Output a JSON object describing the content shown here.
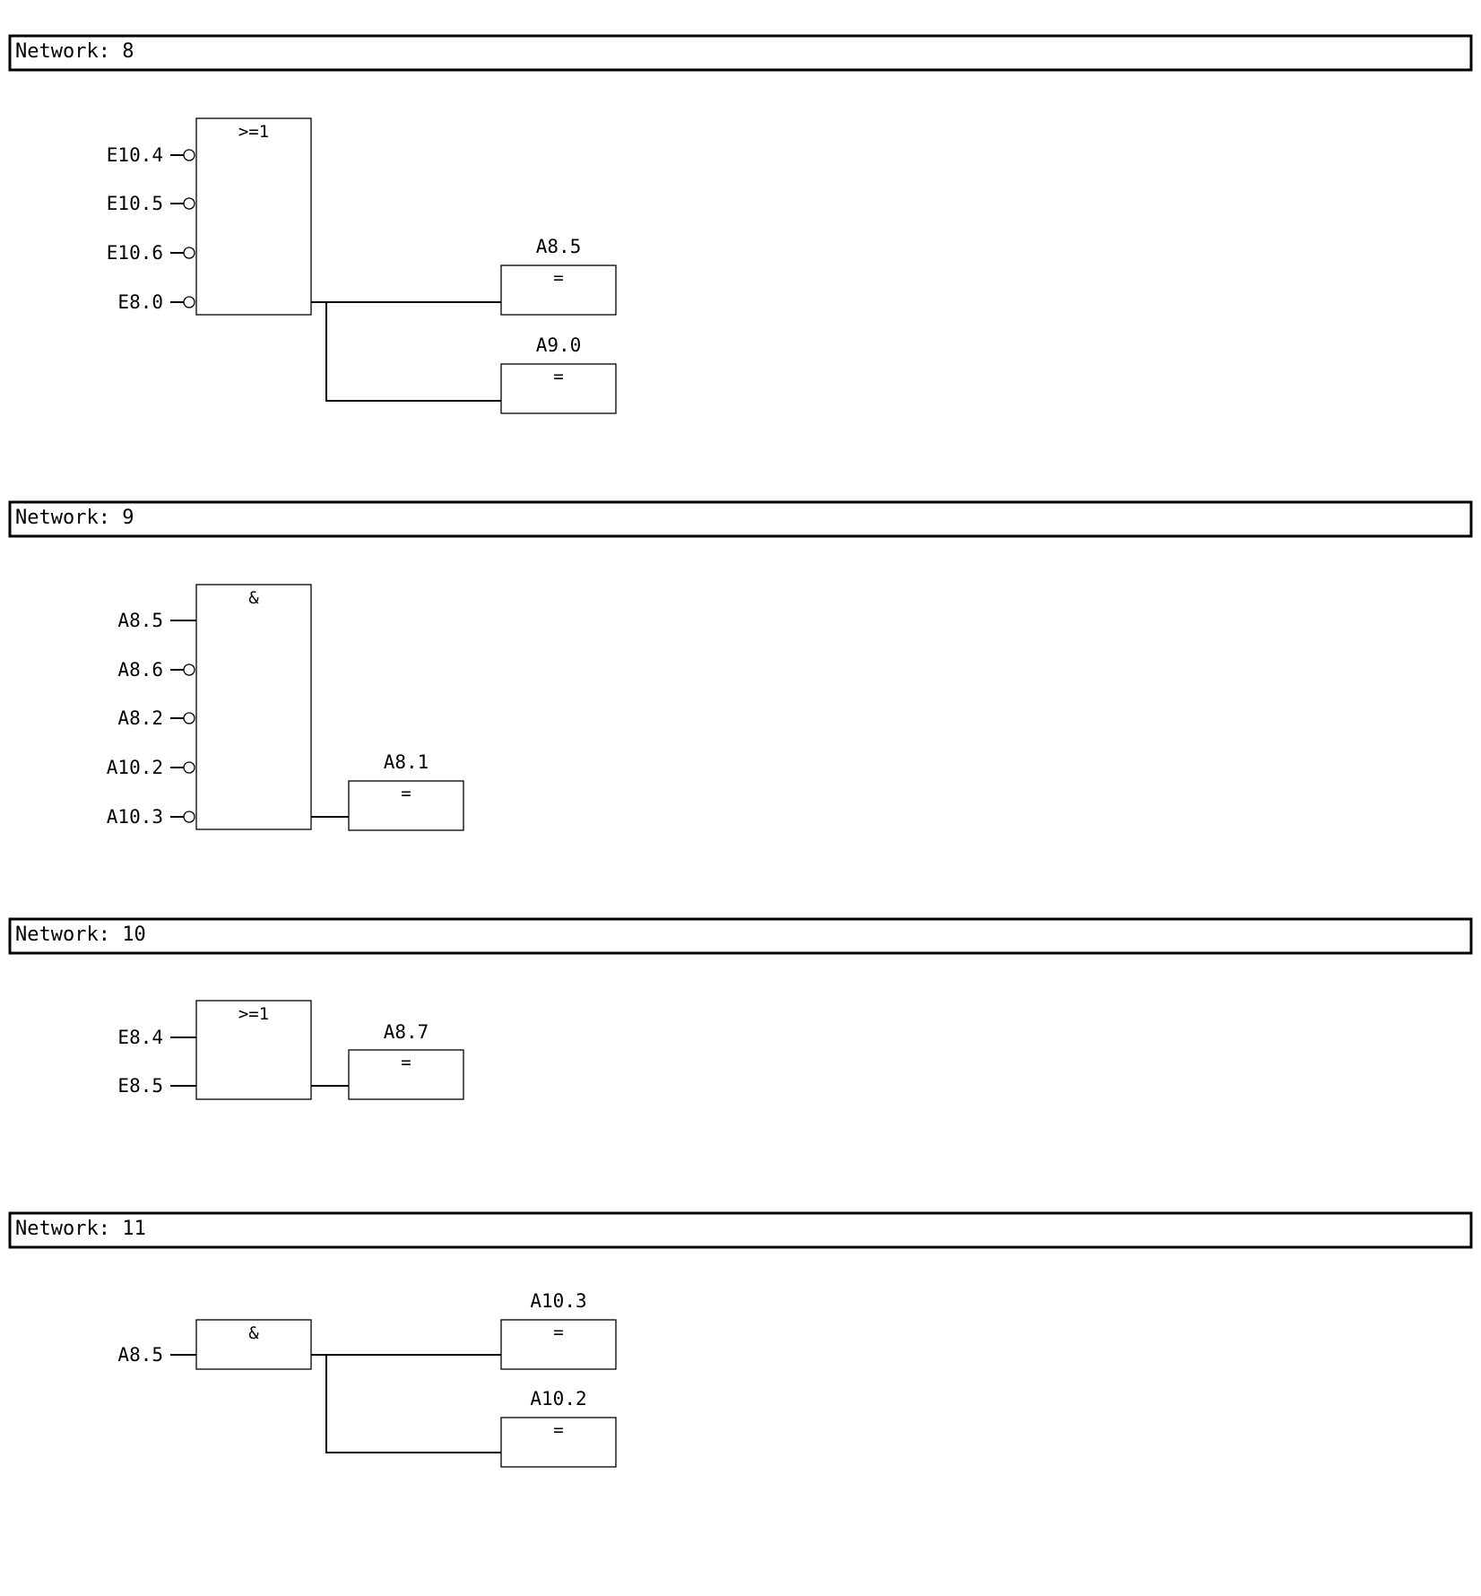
{
  "networks": [
    {
      "header": "Network: 8",
      "gate": {
        "op": ">=1",
        "inputs": [
          {
            "label": "E10.4",
            "negated": true
          },
          {
            "label": "E10.5",
            "negated": true
          },
          {
            "label": "E10.6",
            "negated": true
          },
          {
            "label": "E8.0",
            "negated": true
          }
        ]
      },
      "outputs": [
        {
          "label": "A8.5",
          "op": "="
        },
        {
          "label": "A9.0",
          "op": "="
        }
      ]
    },
    {
      "header": "Network: 9",
      "gate": {
        "op": "&",
        "inputs": [
          {
            "label": "A8.5",
            "negated": false
          },
          {
            "label": "A8.6",
            "negated": true
          },
          {
            "label": "A8.2",
            "negated": true
          },
          {
            "label": "A10.2",
            "negated": true
          },
          {
            "label": "A10.3",
            "negated": true
          }
        ]
      },
      "outputs": [
        {
          "label": "A8.1",
          "op": "="
        }
      ]
    },
    {
      "header": "Network: 10",
      "gate": {
        "op": ">=1",
        "inputs": [
          {
            "label": "E8.4",
            "negated": false
          },
          {
            "label": "E8.5",
            "negated": false
          }
        ]
      },
      "outputs": [
        {
          "label": "A8.7",
          "op": "="
        }
      ]
    },
    {
      "header": "Network: 11",
      "gate": {
        "op": "&",
        "inputs": [
          {
            "label": "A8.5",
            "negated": false
          }
        ]
      },
      "outputs": [
        {
          "label": "A10.3",
          "op": "="
        },
        {
          "label": "A10.2",
          "op": "="
        }
      ]
    }
  ]
}
